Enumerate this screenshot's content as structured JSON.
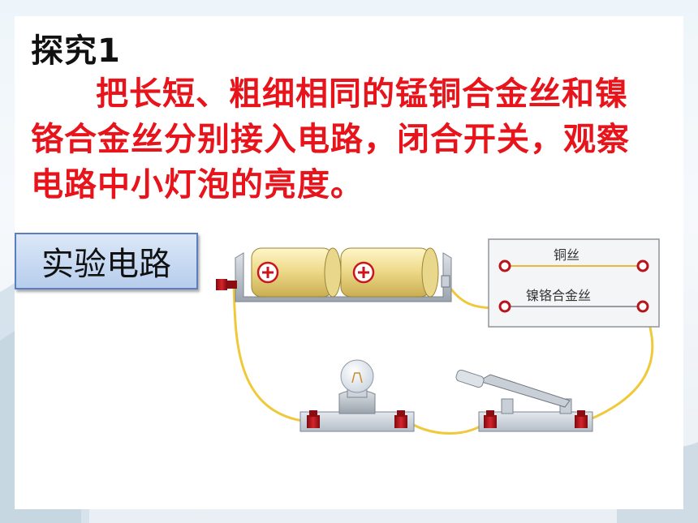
{
  "title": "探究1",
  "description": "把长短、粗细相同的锰铜合金丝和镍铬合金丝分别接入电路，闭合开关，观察电路中小灯泡的亮度。",
  "circuit_label": "实验电路",
  "wire_board": {
    "copper_label": "铜丝",
    "nichrome_label": "镍铬合金丝"
  },
  "colors": {
    "text_red": "#e8141c",
    "wire": "#f0c93a",
    "battery": "#eedc8e",
    "terminal": "#b7151b"
  }
}
